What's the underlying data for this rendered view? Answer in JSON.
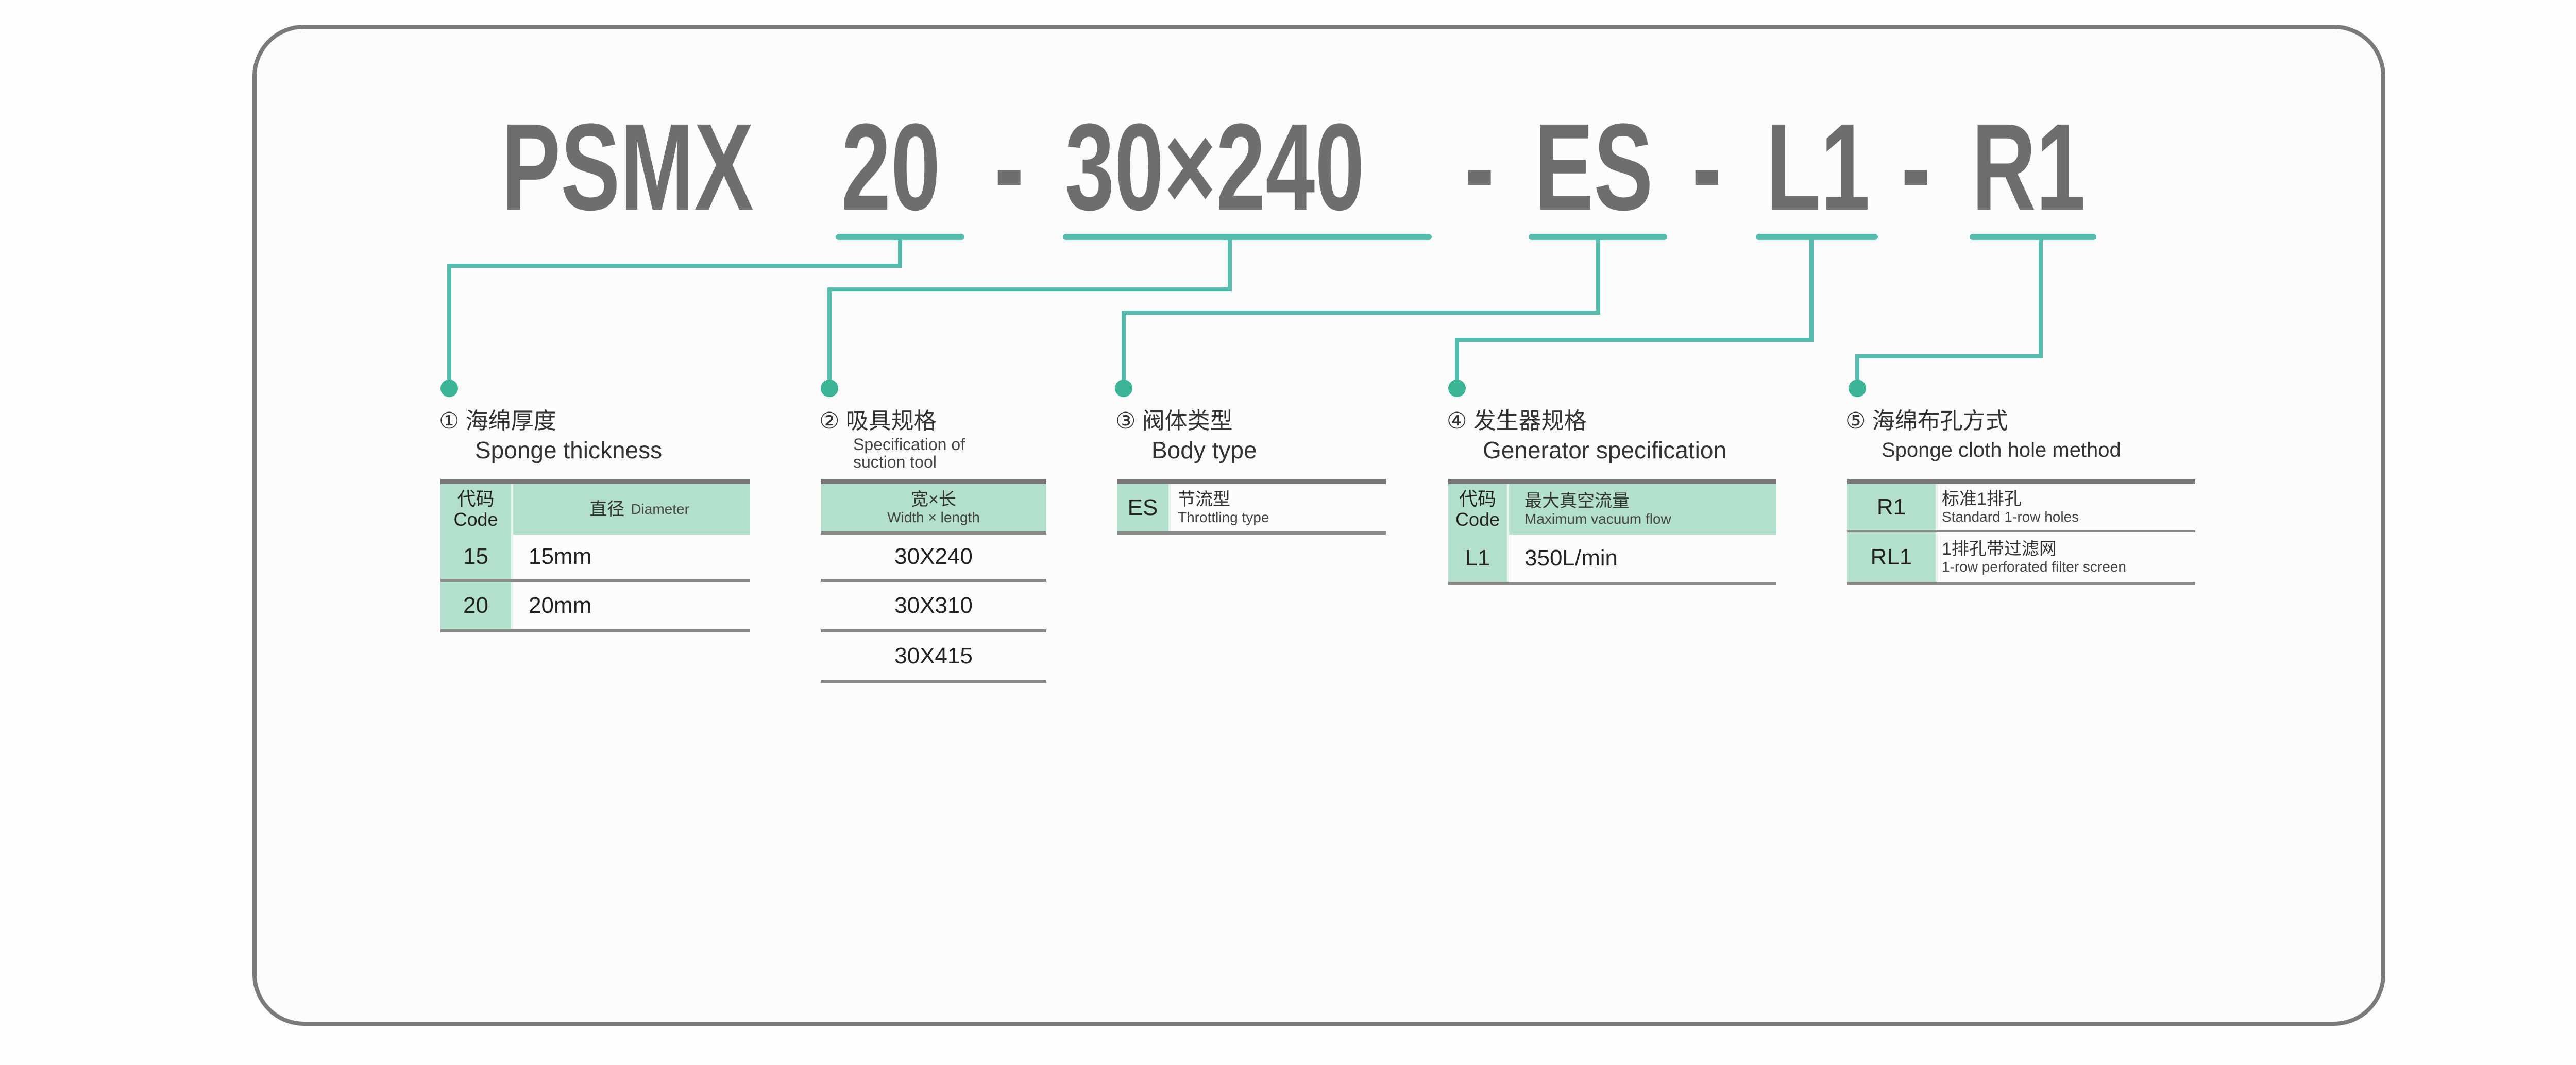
{
  "model_code": {
    "prefix": "PSMX",
    "parts": [
      "20",
      "30×240",
      "ES",
      "L1",
      "R1"
    ],
    "separator": "-"
  },
  "colors": {
    "accent": "#4dbaa8",
    "dot": "#3bb596",
    "header_bg": "#b3e0cd",
    "title": "#6e6e6e",
    "border": "#7a7a7a"
  },
  "sections": [
    {
      "number": "①",
      "title_cn": "海绵厚度",
      "title_en": "Sponge thickness",
      "header": {
        "code_cn": "代码",
        "code_en": "Code",
        "desc_cn": "直径",
        "desc_en": "Diameter"
      },
      "rows": [
        {
          "code": "15",
          "value": "15mm"
        },
        {
          "code": "20",
          "value": "20mm"
        }
      ]
    },
    {
      "number": "②",
      "title_cn": "吸具规格",
      "title_en_1": "Specification of",
      "title_en_2": "suction tool",
      "header": {
        "desc_cn": "宽×长",
        "desc_en": "Width × length"
      },
      "rows": [
        "30X240",
        "30X310",
        "30X415"
      ]
    },
    {
      "number": "③",
      "title_cn": "阀体类型",
      "title_en": "Body type",
      "rows": [
        {
          "code": "ES",
          "desc_cn": "节流型",
          "desc_en": "Throttling type"
        }
      ]
    },
    {
      "number": "④",
      "title_cn": "发生器规格",
      "title_en": "Generator specification",
      "header": {
        "code_cn": "代码",
        "code_en": "Code",
        "desc_cn": "最大真空流量",
        "desc_en": "Maximum vacuum flow"
      },
      "rows": [
        {
          "code": "L1",
          "value": "350L/min"
        }
      ]
    },
    {
      "number": "⑤",
      "title_cn": "海绵布孔方式",
      "title_en": "Sponge cloth hole method",
      "rows": [
        {
          "code": "R1",
          "desc_cn": "标准1排孔",
          "desc_en": "Standard 1-row holes"
        },
        {
          "code": "RL1",
          "desc_cn": "1排孔带过滤网",
          "desc_en": "1-row perforated filter screen"
        }
      ]
    }
  ]
}
